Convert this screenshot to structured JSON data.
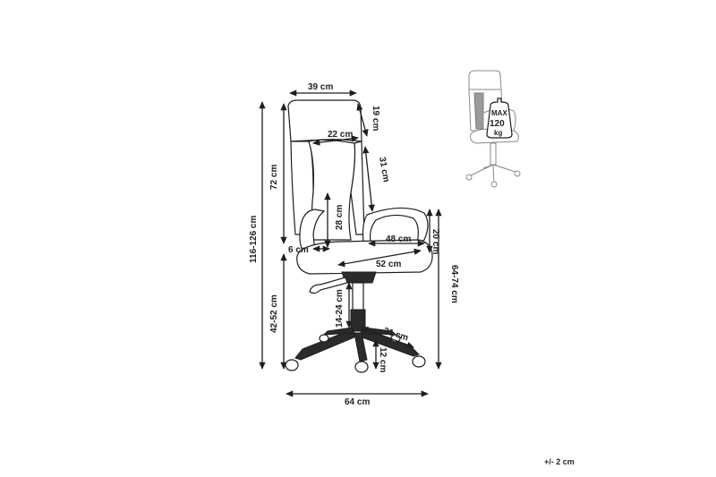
{
  "colors": {
    "line": "#1e1e1e",
    "thumbnail": "#8a8a8a",
    "background": "#ffffff"
  },
  "dimensions": {
    "backrest_width": "39 cm",
    "headrest_height": "19 cm",
    "headrest_width": "22 cm",
    "back_depth": "31 cm",
    "back_height": "72 cm",
    "total_height": "116-126 cm",
    "armrest_to_seat": "28 cm",
    "armrest_height": "20 cm",
    "armrest_width": "48 cm",
    "armrest_pad": "6 cm",
    "seat_width": "52 cm",
    "seat_height": "42-52 cm",
    "seat_total_height": "64-74 cm",
    "gas_lift": "14-24 cm",
    "leg_length": "31 cm",
    "base_height": "12 cm",
    "base_width": "64 cm"
  },
  "max_load": {
    "line1": "MAX",
    "line2": "120",
    "line3": "kg"
  },
  "tolerance": "+/- 2 cm"
}
